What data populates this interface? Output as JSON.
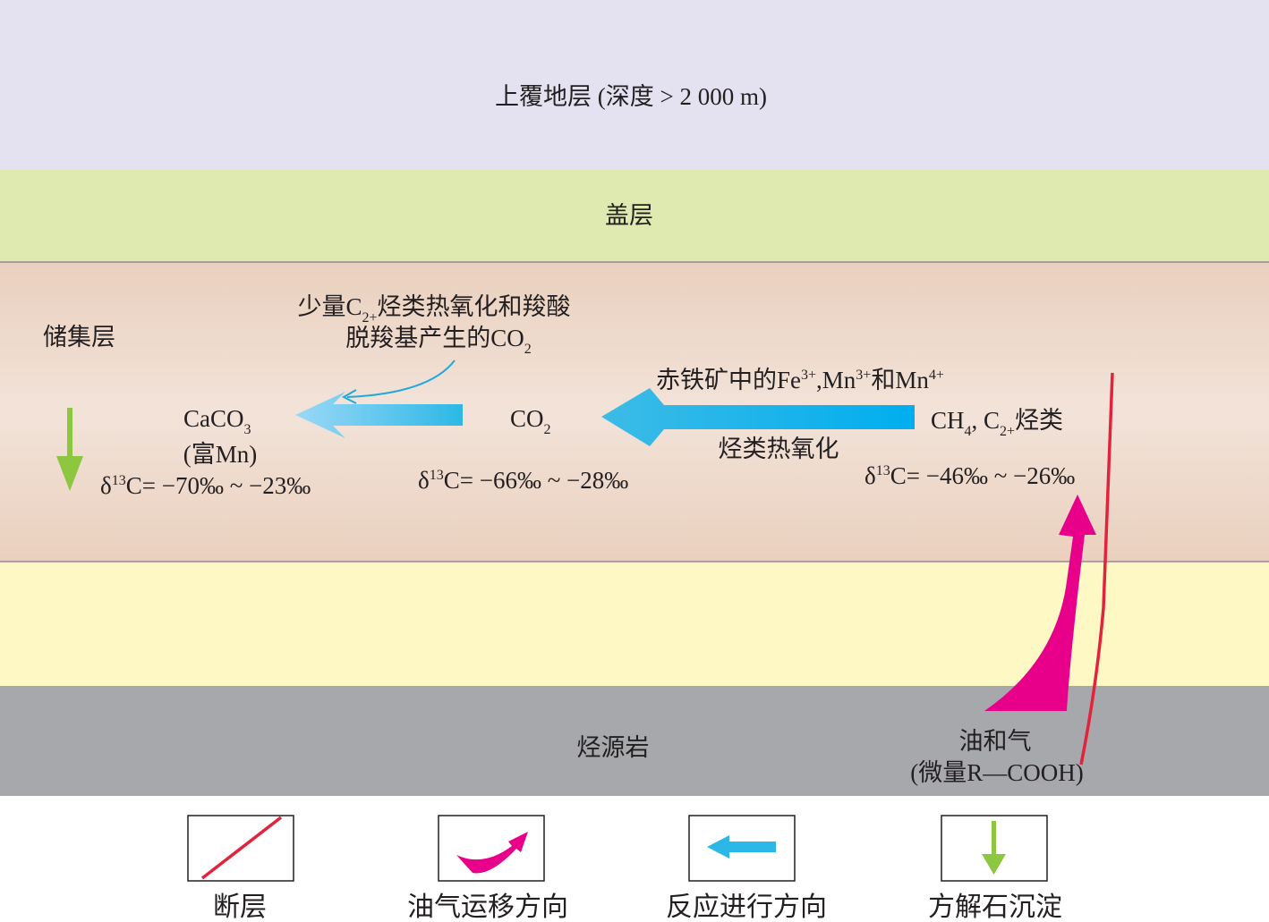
{
  "layers": {
    "overburden": "上覆地层 (深度 > 2 000 m)",
    "caprock": "盖层",
    "reservoir": "储集层",
    "source_rock": "烃源岩"
  },
  "labels": {
    "minor_c2_line1_a": "少量C",
    "minor_c2_line1_sub": "2+",
    "minor_c2_line1_b": "烃类热氧化和羧酸",
    "minor_c2_line2_a": "脱羧基产生的CO",
    "minor_c2_line2_sub": "2",
    "caco3_a": "CaCO",
    "caco3_sub": "3",
    "caco3_mn": "(富Mn)",
    "caco3_d_a": "δ",
    "caco3_d_sup": "13",
    "caco3_d_b": "C= −70‰ ~ −23‰",
    "co2_a": "CO",
    "co2_sub": "2",
    "co2_d_a": "δ",
    "co2_d_sup": "13",
    "co2_d_b": "C= −66‰ ~ −28‰",
    "oxidant_a": "赤铁矿中的Fe",
    "oxidant_sup1": "3+",
    "oxidant_b": ",Mn",
    "oxidant_sup2": "3+",
    "oxidant_c": "和Mn",
    "oxidant_sup3": "4+",
    "thermal_oxidation": "烃类热氧化",
    "hc_a": "CH",
    "hc_sub1": "4",
    "hc_b": ", C",
    "hc_sub2": "2+",
    "hc_c": "烃类",
    "hc_d_a": "δ",
    "hc_d_sup": "13",
    "hc_d_b": "C= −46‰ ~ −26‰",
    "oil_gas": "油和气",
    "oil_gas_note": "(微量R—COOH)"
  },
  "legend": [
    {
      "icon": "fault-line-icon",
      "label": "断层"
    },
    {
      "icon": "migration-arrow-icon",
      "label": "油气运移方向"
    },
    {
      "icon": "reaction-arrow-icon",
      "label": "反应进行方向"
    },
    {
      "icon": "precipitation-arrow-icon",
      "label": "方解石沉淀"
    }
  ],
  "colors": {
    "overburden": "#e4e2f0",
    "caprock": "#dfeab0",
    "reservoir": "#ecd4c4",
    "lower": "#fdf8c4",
    "source": "#a7a8ac",
    "fault": "#e2233d",
    "migration": "#e8008a",
    "reaction": "#00aeef",
    "precip": "#8dc63f"
  }
}
